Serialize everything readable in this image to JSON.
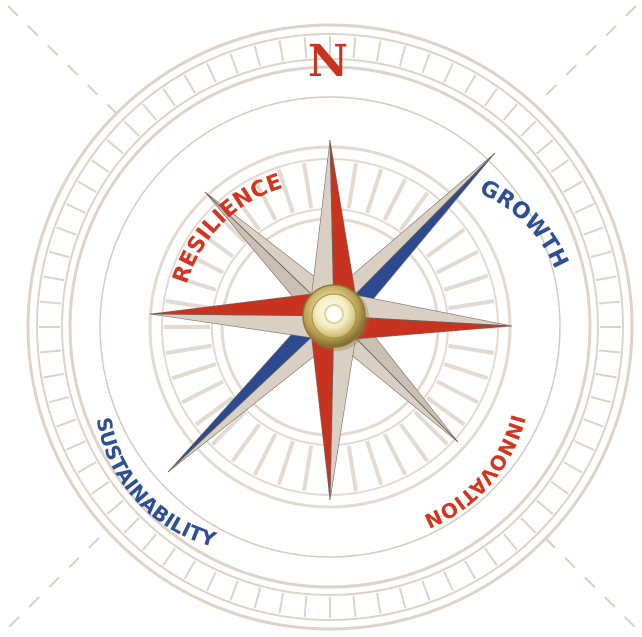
{
  "compass": {
    "north_label": "N",
    "labels": {
      "resilience": "RESILIENCE",
      "growth": "GROWTH",
      "innovation": "INNOVATION",
      "sustainability": "SUSTAINABILITY"
    },
    "colors": {
      "red": "#c7331f",
      "blue": "#2b4a8f",
      "cream": "#d9cfc3",
      "ring": "#ddd3c9",
      "hub": "#c9b36a"
    },
    "directions": {
      "north": "red",
      "east": "red",
      "south": "red",
      "west": "red",
      "northeast": "blue",
      "southwest": "blue",
      "northwest": "cream",
      "southeast": "cream"
    }
  }
}
